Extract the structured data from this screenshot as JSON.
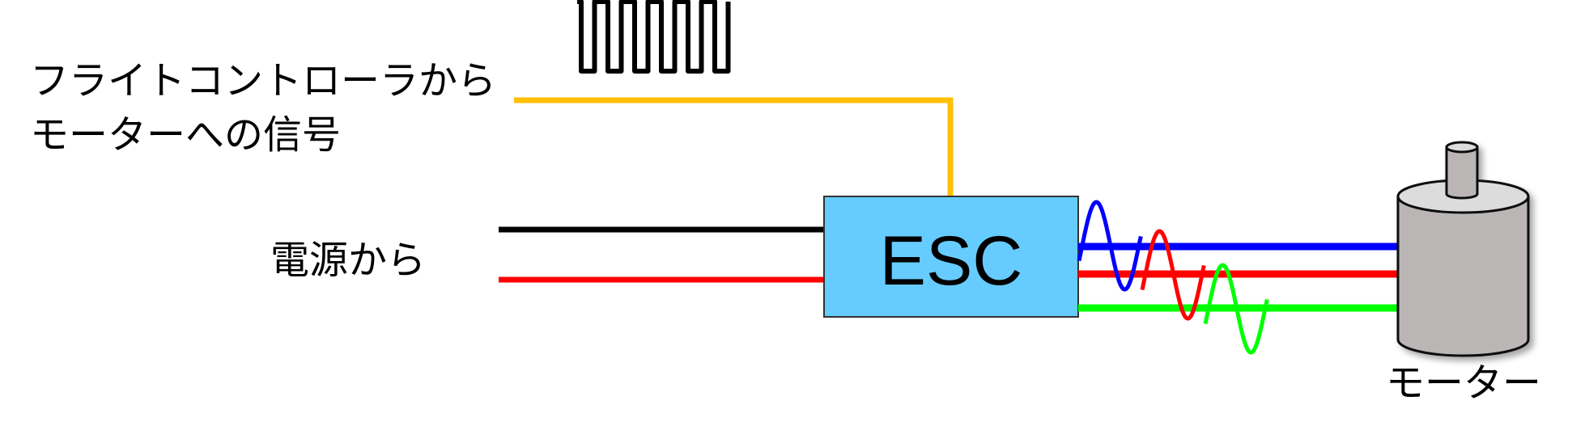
{
  "labels": {
    "signal_line1": "フライトコントローラから",
    "signal_line2": "モーターへの信号",
    "power": "電源から",
    "esc": "ESC",
    "motor": "モーター"
  },
  "colors": {
    "signal": "#ffc000",
    "esc_fill": "#66ccff",
    "phase_a": "#0000ff",
    "phase_b": "#ff0000",
    "phase_c": "#00ff00",
    "power_neg": "#000000",
    "power_pos": "#ff0000",
    "motor_body": "#bab6b5",
    "motor_top": "#dcdcdc"
  },
  "pwm_pulses": 6
}
